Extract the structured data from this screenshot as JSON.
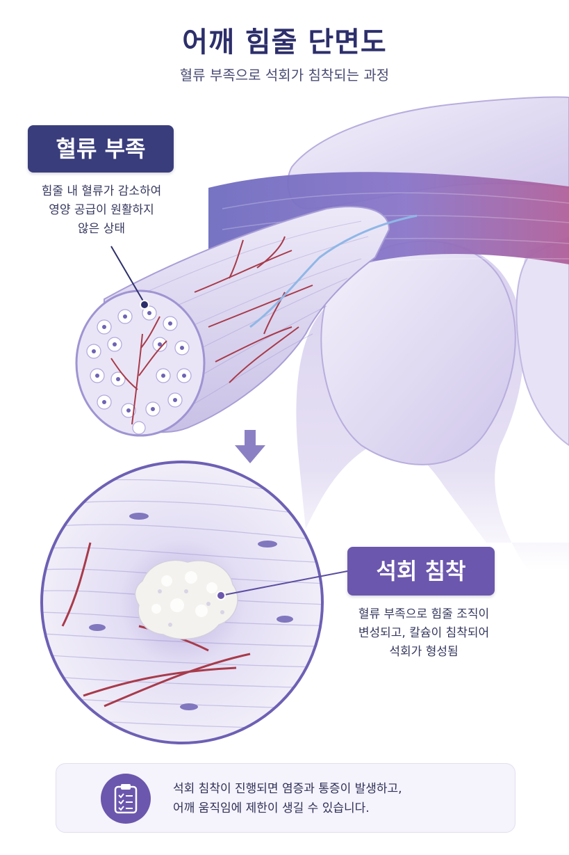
{
  "title": "어깨 힘줄 단면도",
  "subtitle": "혈류 부족으로 석회가 침착되는 과정",
  "blood_shortage": {
    "label": "혈류 부족",
    "desc_lines": [
      "힘줄 내 혈류가 감소하여",
      "영양 공급이 원활하지",
      "않은 상태"
    ]
  },
  "calcification": {
    "label": "석회 침착",
    "desc_lines": [
      "혈류 부족으로 힘줄 조직이",
      "변성되고, 칼슘이 침착되어",
      "석회가 형성됨"
    ]
  },
  "footer": {
    "icon": "clipboard-checklist-icon",
    "lines": [
      "석회 침착이 진행되면 염증과 통증이 발생하고,",
      "어깨 움직임에 제한이 생길 수 있습니다."
    ]
  },
  "colors": {
    "navy": "#3a3d7c",
    "purple": "#6b57ad",
    "blood_vessel": "#a83a4a",
    "calcium": "#f4f2ee"
  }
}
